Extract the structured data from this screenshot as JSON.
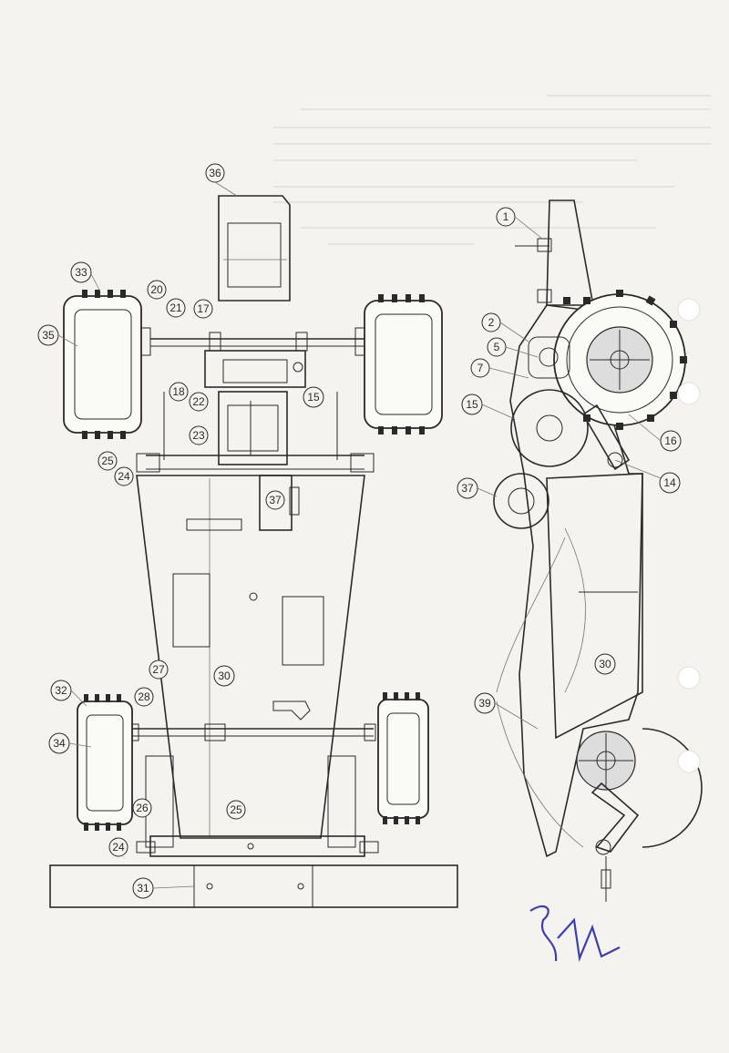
{
  "callouts": [
    {
      "id": "c1",
      "text": "1"
    },
    {
      "id": "c2",
      "text": "2"
    },
    {
      "id": "c5",
      "text": "5"
    },
    {
      "id": "c7",
      "text": "7"
    },
    {
      "id": "c14",
      "text": "14"
    },
    {
      "id": "c15a",
      "text": "15"
    },
    {
      "id": "c15b",
      "text": "15"
    },
    {
      "id": "c16",
      "text": "16"
    },
    {
      "id": "c17",
      "text": "17"
    },
    {
      "id": "c18",
      "text": "18"
    },
    {
      "id": "c20",
      "text": "20"
    },
    {
      "id": "c21",
      "text": "21"
    },
    {
      "id": "c22",
      "text": "22"
    },
    {
      "id": "c23",
      "text": "23"
    },
    {
      "id": "c24a",
      "text": "24"
    },
    {
      "id": "c24b",
      "text": "24"
    },
    {
      "id": "c25a",
      "text": "25"
    },
    {
      "id": "c25b",
      "text": "25"
    },
    {
      "id": "c26",
      "text": "26"
    },
    {
      "id": "c27",
      "text": "27"
    },
    {
      "id": "c28",
      "text": "28"
    },
    {
      "id": "c30a",
      "text": "30"
    },
    {
      "id": "c30b",
      "text": "30"
    },
    {
      "id": "c31",
      "text": "31"
    },
    {
      "id": "c32",
      "text": "32"
    },
    {
      "id": "c33",
      "text": "33"
    },
    {
      "id": "c34",
      "text": "34"
    },
    {
      "id": "c35",
      "text": "35"
    },
    {
      "id": "c36",
      "text": "36"
    },
    {
      "id": "c37a",
      "text": "37"
    },
    {
      "id": "c37b",
      "text": "37"
    },
    {
      "id": "c39",
      "text": "39"
    }
  ],
  "colors": {
    "paper": "#f4f3ef",
    "ink": "#2a2a2a",
    "signature": "#3b3fb0"
  }
}
